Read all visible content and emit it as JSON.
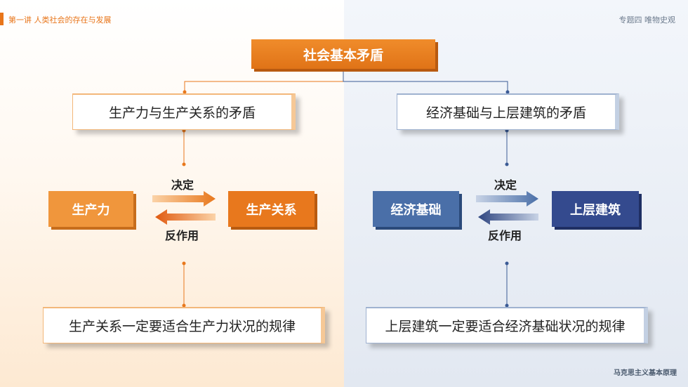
{
  "header": {
    "left": "第一讲  人类社会的存在与发展",
    "right": "专题四  唯物史观"
  },
  "footer": "马克思主义基本原理",
  "diagram": {
    "title": "社会基本矛盾",
    "left": {
      "heading": "生产力与生产关系的矛盾",
      "node_a": "生产力",
      "node_b": "生产关系",
      "arrow_top": "决定",
      "arrow_bottom": "反作用",
      "conclusion": "生产关系一定要适合生产力状况的规律"
    },
    "right": {
      "heading": "经济基础与上层建筑的矛盾",
      "node_a": "经济基础",
      "node_b": "上层建筑",
      "arrow_top": "决定",
      "arrow_bottom": "反作用",
      "conclusion": "上层建筑一定要适合经济基础状况的规律"
    }
  },
  "colors": {
    "orange": "#e8781d",
    "blue": "#344a8e"
  }
}
